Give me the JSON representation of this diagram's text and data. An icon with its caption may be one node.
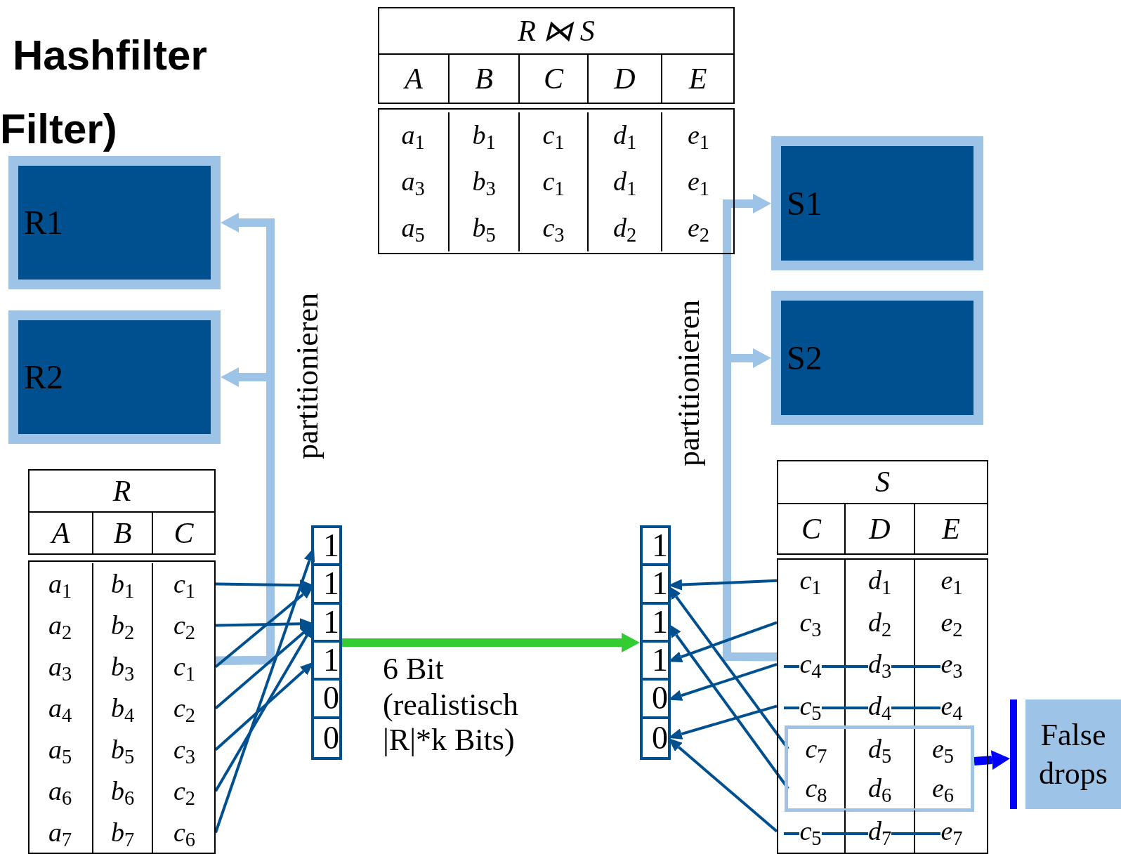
{
  "diagram": {
    "title": "Hashfilter Filter)",
    "nodes": [
      {
        "text": [
          "R ⋈ S",
          "A",
          "B",
          "C",
          "D",
          "E"
        ]
      },
      {
        "text": [
          "a$_{1}$",
          "b$_{1}$",
          "c$_{1}$",
          "d$_{1}$",
          "e$_{1}$"
        ],
        "in": 0
      },
      {
        "text": [
          "a$_{3}$",
          "b$_{3}$",
          "c$_{1}$",
          "d$_{1}$",
          "e$_{1}$"
        ],
        "in": 0
      },
      {
        "text": [
          "a$_{5}$",
          "b$_{5}$",
          "c$_{3}$",
          "d$_{2}$",
          "e$_{2}$"
        ],
        "in": 0
      },
      {
        "text": [
          "R1"
        ]
      },
      {
        "text": [
          "S1"
        ]
      },
      {
        "text": [
          "R2"
        ]
      },
      {
        "text": [
          "S2"
        ]
      },
      {
        "text": [
          "R",
          "A",
          "B",
          "C"
        ]
      },
      {
        "text": [
          "a$_{1}$",
          "b$_{1}$",
          "c$_{1}$"
        ],
        "in": 8
      },
      {
        "text": [
          "a$_{2}$",
          "b$_{2}$",
          "c$_{2}$"
        ],
        "in": 8
      },
      {
        "text": [
          "a$_{3}$",
          "b$_{3}$",
          "c$_{1}$"
        ],
        "in": 8
      },
      {
        "text": [
          "a$_{4}$",
          "b$_{4}$",
          "c$_{2}$"
        ],
        "in": 8
      },
      {
        "text": [
          "a$_{5}$",
          "b$_{5}$",
          "c$_{3}$"
        ],
        "in": 8
      },
      {
        "text": [
          "a$_{6}$",
          "b$_{6}$",
          "c$_{2}$"
        ],
        "in": 8
      },
      {
        "text": [
          "a$_{7}$",
          "b$_{7}$",
          "c$_{6}$"
        ],
        "in": 8
      },
      {
        "text": [],
        "shape": "box"
      },
      {
        "text": [
          "1"
        ],
        "in": 16
      },
      {
        "text": [
          "1"
        ],
        "in": 16
      },
      {
        "text": [
          "1"
        ],
        "in": 16
      },
      {
        "text": [
          "1"
        ],
        "in": 16
      },
      {
        "text": [
          "0"
        ],
        "in": 16
      },
      {
        "text": [
          "0"
        ],
        "in": 16
      },
      {
        "text": [],
        "shape": "box"
      },
      {
        "text": [
          "1"
        ],
        "in": 23
      },
      {
        "text": [
          "1"
        ],
        "in": 23
      },
      {
        "text": [
          "1"
        ],
        "in": 23
      },
      {
        "text": [
          "1"
        ],
        "in": 23
      },
      {
        "text": [
          "0"
        ],
        "in": 23
      },
      {
        "text": [
          "0"
        ],
        "in": 23
      },
      {
        "text": [
          "S",
          "C",
          "D",
          "E"
        ]
      },
      {
        "text": [
          "c$_{1}$",
          "d$_{1}$",
          "e$_{1}$"
        ],
        "in": 30
      },
      {
        "text": [
          "c$_{3}$",
          "d$_{2}$",
          "e$_{2}$"
        ],
        "in": 30
      },
      {
        "text": [
          "c$_{4}$",
          "d$_{3}$",
          "e$_{3}$"
        ],
        "in": 30
      },
      {
        "text": [
          "c$_{5}$",
          "d$_{4}$",
          "e$_{4}$"
        ],
        "in": 30
      },
      {
        "text": [],
        "shape": "box",
        "in": 30
      },
      {
        "text": [
          "c$_{7}$",
          "d$_{5}$",
          "e$_{5}$"
        ],
        "in": 35
      },
      {
        "text": [
          "c$_{8}$",
          "d$_{6}$",
          "e$_{6}$"
        ],
        "in": 35
      },
      {
        "text": [
          "c$_{5}$",
          "d$_{7}$",
          "e$_{7}$"
        ],
        "in": 30
      },
      {
        "text": [
          "False drops"
        ]
      }
    ],
    "edges": [
      {
        "from": 8,
        "to": 4,
        "arrow": "to",
        "label": "partitionieren",
        "style": "thick",
        "color": "#9dc3e6"
      },
      {
        "from": 8,
        "to": 6,
        "arrow": "to",
        "style": "thick",
        "color": "#9dc3e6"
      },
      {
        "from": 30,
        "to": 5,
        "arrow": "to",
        "label": "partitionieren",
        "style": "thick",
        "color": "#9dc3e6"
      },
      {
        "from": 30,
        "to": 7,
        "arrow": "to",
        "style": "thick",
        "color": "#9dc3e6"
      },
      {
        "from": 16,
        "to": 23,
        "arrow": "to",
        "label": "6 Bit (realistisch |R|*k Bits)",
        "style": "thick",
        "color": "#33cc33"
      },
      {
        "from": 9,
        "to": 18,
        "arrow": "to"
      },
      {
        "from": 10,
        "to": 19,
        "arrow": "to"
      },
      {
        "from": 11,
        "to": 18,
        "arrow": "to"
      },
      {
        "from": 12,
        "to": 19,
        "arrow": "to"
      },
      {
        "from": 13,
        "to": 20,
        "arrow": "to"
      },
      {
        "from": 14,
        "to": 19,
        "arrow": "to"
      },
      {
        "from": 15,
        "to": 17,
        "arrow": "to"
      },
      {
        "from": 31,
        "to": 25,
        "arrow": "to"
      },
      {
        "from": 32,
        "to": 27,
        "arrow": "to"
      },
      {
        "from": 33,
        "to": 28,
        "arrow": "to"
      },
      {
        "from": 34,
        "to": 29,
        "arrow": "to"
      },
      {
        "from": 36,
        "to": 25,
        "arrow": "to"
      },
      {
        "from": 37,
        "to": 26,
        "arrow": "to"
      },
      {
        "from": 38,
        "to": 29,
        "arrow": "to"
      },
      {
        "from": 35,
        "to": 39,
        "arrow": "to",
        "style": "thick",
        "color": "#0000ff"
      }
    ]
  }
}
